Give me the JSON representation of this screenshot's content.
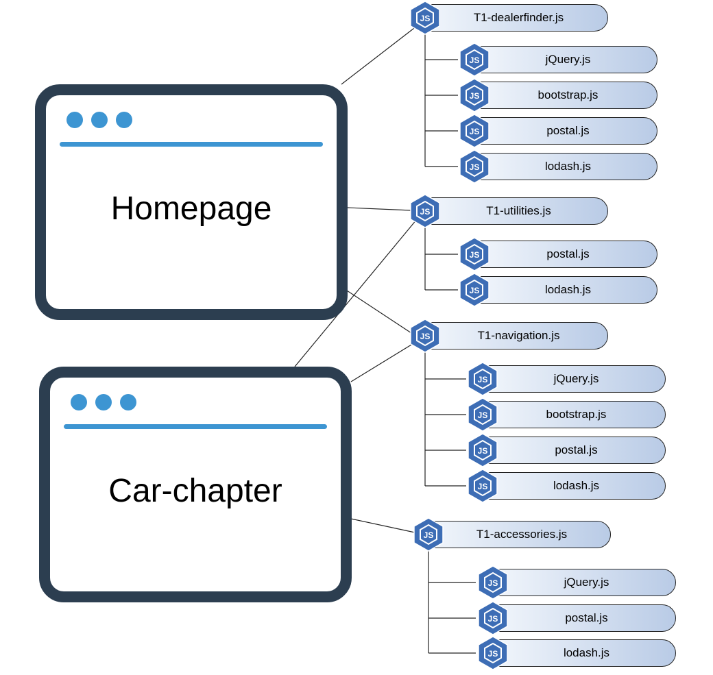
{
  "pages": {
    "homepage": {
      "title": "Homepage"
    },
    "car_chapter": {
      "title": "Car-chapter"
    }
  },
  "modules": [
    {
      "name": "T1-dealerfinder.js",
      "dependencies": [
        "jQuery.js",
        "bootstrap.js",
        "postal.js",
        "lodash.js"
      ]
    },
    {
      "name": "T1-utilities.js",
      "dependencies": [
        "postal.js",
        "lodash.js"
      ]
    },
    {
      "name": "T1-navigation.js",
      "dependencies": [
        "jQuery.js",
        "bootstrap.js",
        "postal.js",
        "lodash.js"
      ]
    },
    {
      "name": "T1-accessories.js",
      "dependencies": [
        "jQuery.js",
        "postal.js",
        "lodash.js"
      ]
    }
  ],
  "icon": "nodejs-hexagon-icon",
  "colors": {
    "window_border": "#2c3e50",
    "window_accent": "#3d95d2",
    "hexagon": "#3d6db5",
    "pill_gradient_start": "#f3f7fc",
    "pill_gradient_end": "#b9cbe6"
  }
}
